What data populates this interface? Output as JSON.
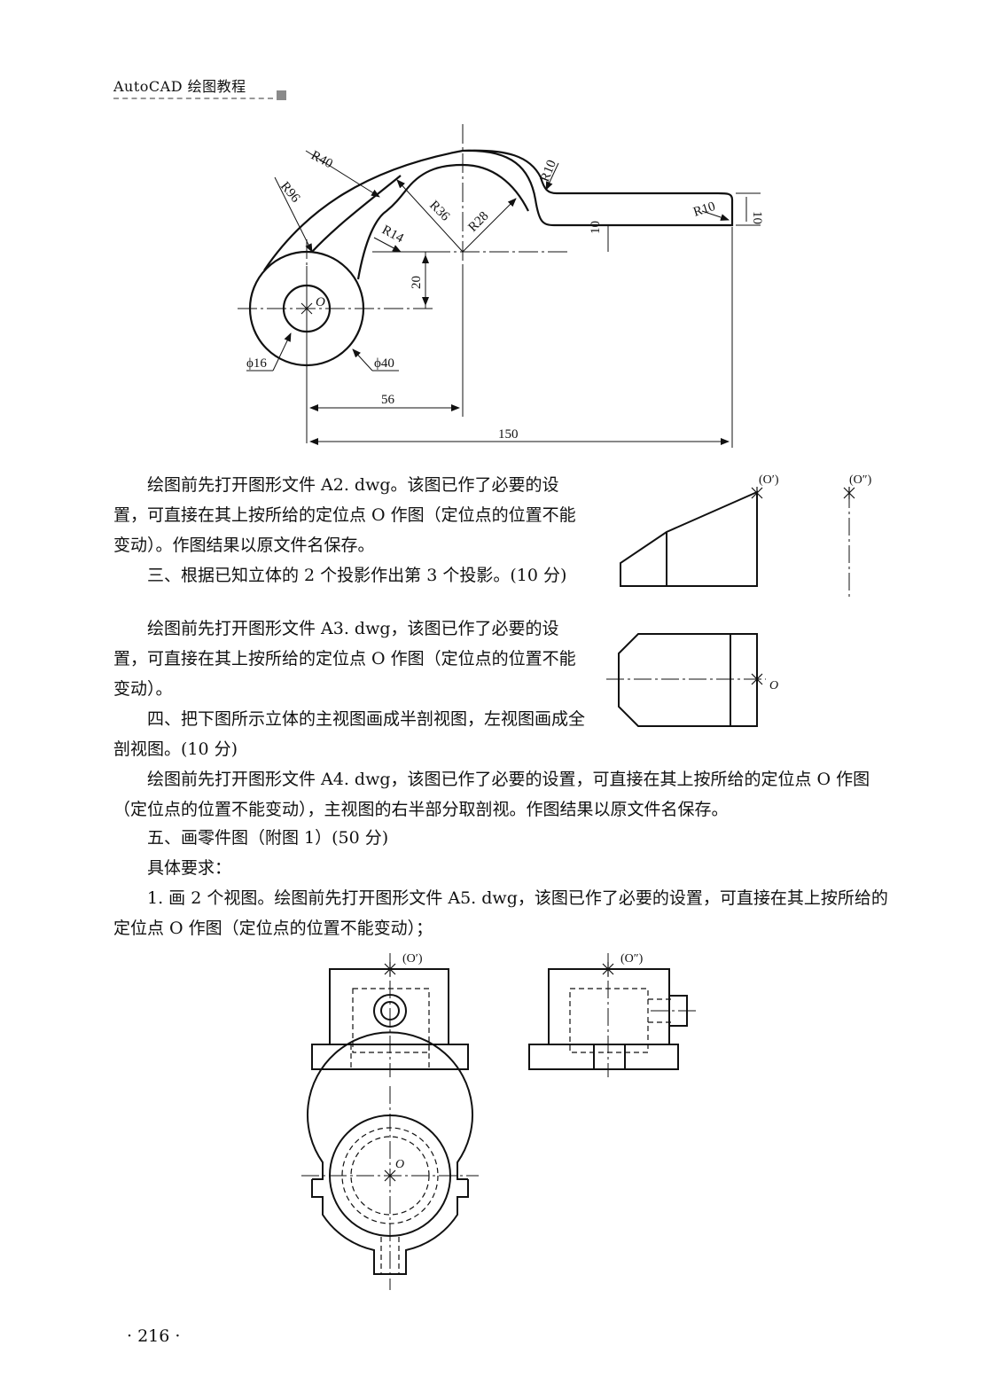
{
  "header": {
    "title": "AutoCAD 绘图教程"
  },
  "drawing1": {
    "labels": {
      "r40": "R40",
      "r96": "R96",
      "r10_top": "R10",
      "r36": "R36",
      "r28": "R28",
      "r14": "R14",
      "r10_right": "R10",
      "d10_right": "10",
      "d10_mid": "10",
      "d20": "20",
      "point_o": "O",
      "phi16": "ϕ16",
      "phi40": "ϕ40",
      "d56": "56",
      "d150": "150"
    }
  },
  "drawing2": {
    "labels": {
      "o_prime": "(O′)",
      "o_double_prime": "(O″)",
      "point_o": "O"
    }
  },
  "drawing3": {
    "labels": {
      "o_prime": "(O′)",
      "o_double_prime": "(O″)",
      "point_o": "O"
    }
  },
  "paragraphs": {
    "p1": "绘图前先打开图形文件 A2. dwg。该图已作了必要的设置，可直接在其上按所给的定位点 O 作图（定位点的位置不能变动）。作图结果以原文件名保存。",
    "p2": "三、根据已知立体的 2 个投影作出第 3 个投影。(10 分)",
    "p3": "绘图前先打开图形文件 A3. dwg，该图已作了必要的设置，可直接在其上按所给的定位点 O 作图（定位点的位置不能变动）。",
    "p4": "四、把下图所示立体的主视图画成半剖视图，左视图画成全剖视图。(10 分)",
    "p5": "绘图前先打开图形文件 A4. dwg，该图已作了必要的设置，可直接在其上按所给的定位点 O 作图（定位点的位置不能变动），主视图的右半部分取剖视。作图结果以原文件名保存。",
    "p6": "五、画零件图（附图 1）(50 分)",
    "p7": "具体要求：",
    "p8": "1. 画 2 个视图。绘图前先打开图形文件 A5. dwg，该图已作了必要的设置，可直接在其上按所给的定位点 O 作图（定位点的位置不能变动）；"
  },
  "footer": {
    "page_number": "· 216 ·"
  }
}
